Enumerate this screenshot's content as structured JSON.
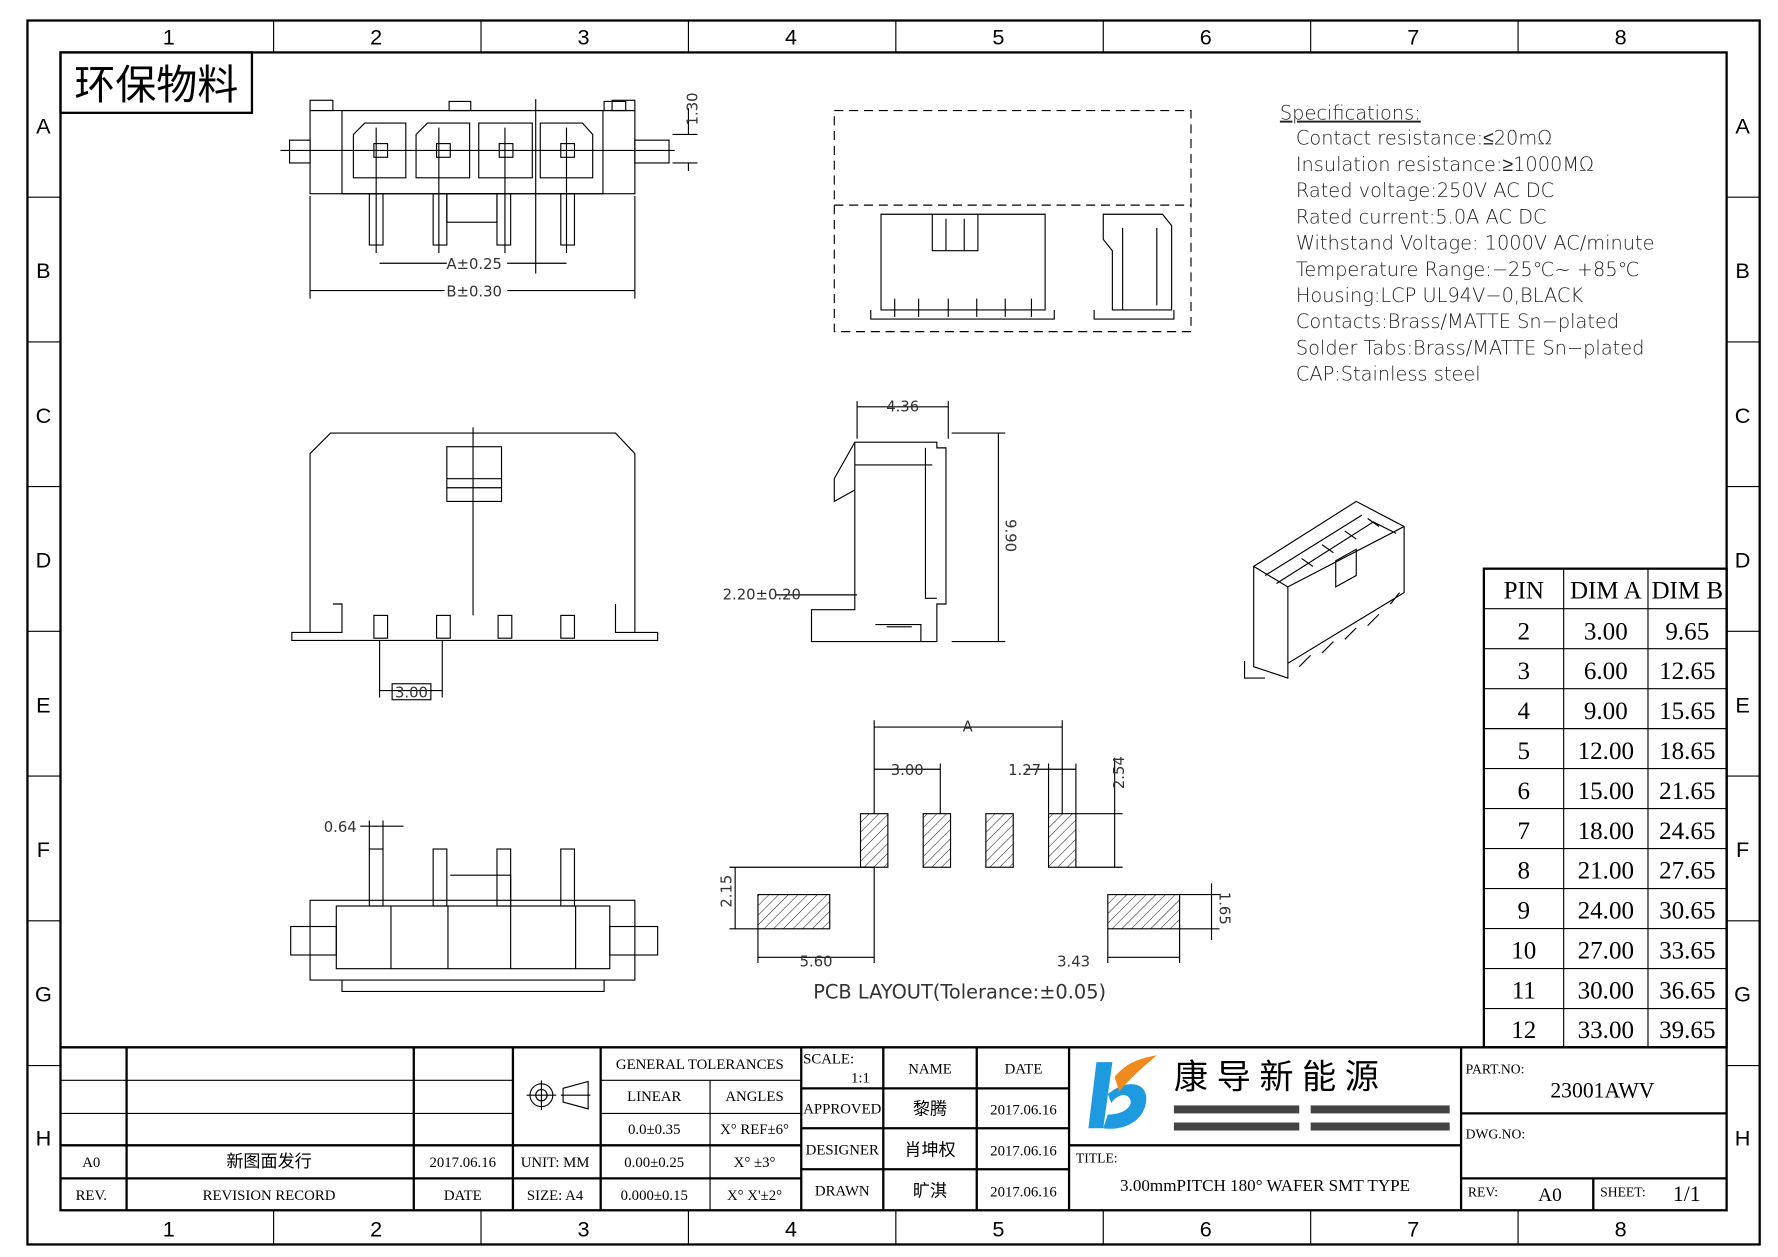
{
  "frame": {
    "columns": [
      "1",
      "2",
      "3",
      "4",
      "5",
      "6",
      "7",
      "8"
    ],
    "rows": [
      "A",
      "B",
      "C",
      "D",
      "E",
      "F",
      "G",
      "H"
    ]
  },
  "stamp": "环保物料",
  "specifications": {
    "heading": "Specifications:",
    "lines": [
      "Contact  resistance:≤20mΩ",
      "Insulation  resistance:≥1000MΩ",
      "Rated  voltage:250V  AC  DC",
      "Rated  current:5.0A  AC  DC",
      "Withstand  Voltage: 1000V  AC/minute",
      "Temperature  Range:−25℃~  +85℃",
      "Housing:LCP  UL94V−0,BLACK",
      "Contacts:Brass/MATTE  Sn−plated",
      "Solder  Tabs:Brass/MATTE  Sn−plated",
      "CAP:Stainless  steel"
    ]
  },
  "dimensions": {
    "top_view": {
      "height": "1.30",
      "a": "A±0.25",
      "b": "B±0.30"
    },
    "side_view": {
      "width": "4.36",
      "height": "9.90",
      "offset": "2.20±0.20"
    },
    "front_view": {
      "pitch": "3.00"
    },
    "bottom_view": {
      "pin_width": "0.64"
    },
    "pcb_layout": {
      "a": "A",
      "pitch": "3.00",
      "pad_width": "1.27",
      "pad_length": "2.54",
      "tab_offset": "2.15",
      "tab_height": "1.65",
      "left": "5.60",
      "right": "3.43",
      "caption": "PCB  LAYOUT(Tolerance:±0.05)"
    }
  },
  "pin_table": {
    "headers": [
      "PIN",
      "DIM A",
      "DIM B"
    ],
    "rows": [
      [
        "2",
        "3.00",
        "9.65"
      ],
      [
        "3",
        "6.00",
        "12.65"
      ],
      [
        "4",
        "9.00",
        "15.65"
      ],
      [
        "5",
        "12.00",
        "18.65"
      ],
      [
        "6",
        "15.00",
        "21.65"
      ],
      [
        "7",
        "18.00",
        "24.65"
      ],
      [
        "8",
        "21.00",
        "27.65"
      ],
      [
        "9",
        "24.00",
        "30.65"
      ],
      [
        "10",
        "27.00",
        "33.65"
      ],
      [
        "11",
        "30.00",
        "36.65"
      ],
      [
        "12",
        "33.00",
        "39.65"
      ]
    ]
  },
  "title_block": {
    "revision": {
      "rev": "A0",
      "record": "新图面发行",
      "date": "2017.06.16",
      "rev_label": "REV.",
      "record_label": "REVISION RECORD",
      "date_label": "DATE"
    },
    "unit": "UNIT: MM",
    "size": "SIZE: A4",
    "tolerances": {
      "heading": "GENERAL TOLERANCES",
      "linear_label": "LINEAR",
      "angles_label": "ANGLES",
      "linear": [
        "0.0±0.35",
        "0.00±0.25",
        "0.000±0.15"
      ],
      "angles": [
        "X° REF±6°",
        "X° ±3°",
        "X° X'±2°"
      ]
    },
    "scale_label": "SCALE:",
    "scale": "1:1",
    "name_label": "NAME",
    "date_label": "DATE",
    "signoffs": [
      {
        "role": "APPROVED",
        "name": "黎腾",
        "date": "2017.06.16"
      },
      {
        "role": "DESIGNER",
        "name": "肖坤权",
        "date": "2017.06.16"
      },
      {
        "role": "DRAWN",
        "name": "旷淇",
        "date": "2017.06.16"
      }
    ],
    "company": "康 导 新 能 源",
    "title_label": "TITLE:",
    "title": "3.00mmPITCH 180° WAFER SMT TYPE",
    "part_no_label": "PART.NO:",
    "part_no": "23001AWV",
    "dwg_no_label": "DWG.NO:",
    "rev_label": "REV:",
    "rev": "A0",
    "sheet_label": "SHEET:",
    "sheet": "1/1",
    "colors": {
      "logo_blue": "#1e9be0",
      "logo_orange": "#f08a1c"
    }
  }
}
